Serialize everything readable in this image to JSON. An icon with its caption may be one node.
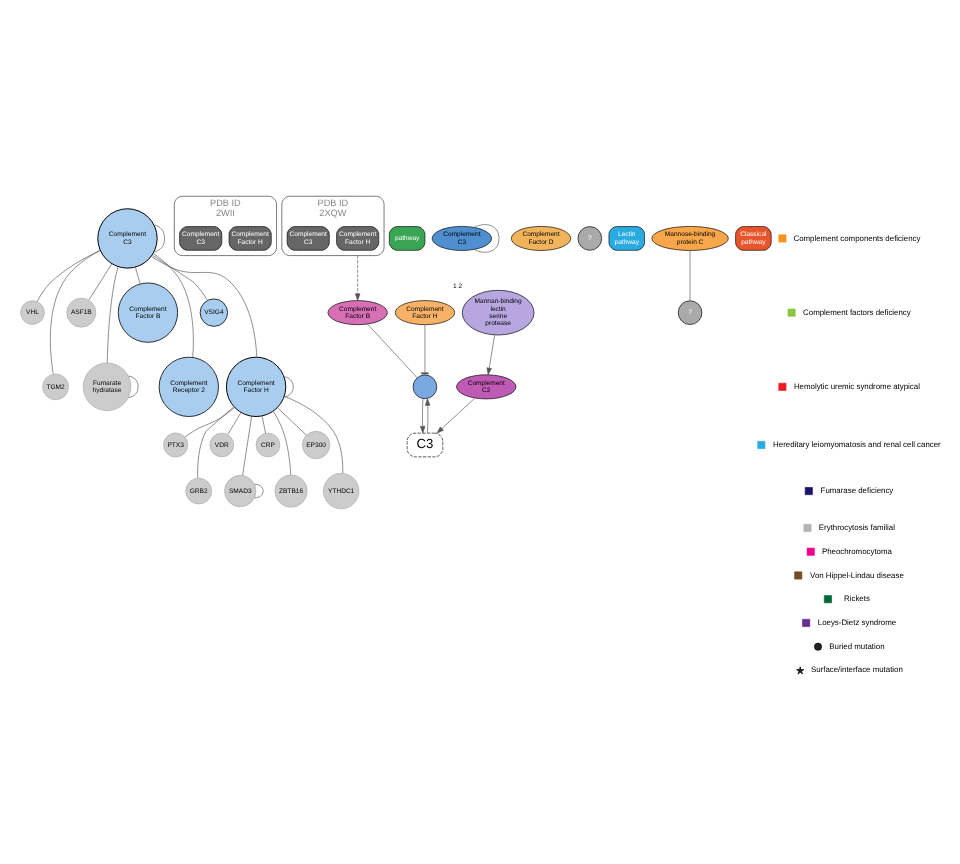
{
  "diagram": {
    "nodes": [
      {
        "text": [
          "VHL"
        ]
      },
      {
        "text": [
          "TGM2"
        ]
      },
      {
        "text": [
          "ASF1B"
        ]
      },
      {
        "text": [
          "Fumarate hydratase"
        ]
      },
      {
        "text": [
          "Complement C3"
        ]
      },
      {
        "text": [
          "Complement Factor B"
        ]
      },
      {
        "text": [
          "Complement Receptor 2"
        ]
      },
      {
        "text": [
          "VSIG4"
        ]
      },
      {
        "text": [
          "Complement Factor H"
        ]
      },
      {
        "text": [
          "PTX3"
        ]
      },
      {
        "text": [
          "GRB2"
        ]
      },
      {
        "text": [
          "VDR"
        ]
      },
      {
        "text": [
          "SMAD3"
        ]
      },
      {
        "text": [
          "CRP"
        ]
      },
      {
        "text": [
          "ZBTB16"
        ]
      },
      {
        "text": [
          "EP300"
        ]
      },
      {
        "text": [
          "YTHDC1"
        ]
      },
      {
        "text": [
          "PDB ID",
          "2WII"
        ]
      },
      {
        "text": [
          "Complement Factor H"
        ],
        "in": 17
      },
      {
        "text": [
          "Complement C3"
        ],
        "in": 17
      },
      {
        "text": [
          "PDB ID",
          "2XQW"
        ]
      },
      {
        "text": [
          "Complement Factor H"
        ],
        "in": 20
      },
      {
        "text": [
          "Complement C3"
        ],
        "in": 20
      },
      {
        "text": [
          "pathway"
        ]
      },
      {
        "text": [
          "Complement Factor H"
        ]
      },
      {
        "text": [],
        "shape": "circle"
      },
      {
        "text": [
          "Complement Factor B"
        ]
      },
      {
        "text": [
          "Complement C3"
        ]
      },
      {
        "text": [
          "Complement Factor D"
        ]
      },
      {
        "text": [
          "C3"
        ]
      },
      {
        "text": [
          "?"
        ]
      },
      {
        "text": [
          "Lectin pathway"
        ]
      },
      {
        "text": [
          "Mannose-binding protein C"
        ]
      },
      {
        "text": [
          "?"
        ]
      },
      {
        "text": [
          "Mannan-binding lectin serine protease"
        ],
        "beside": [
          "1",
          "2"
        ]
      },
      {
        "text": [
          "Complement C2"
        ]
      },
      {
        "text": [
          "Classical pathway"
        ]
      }
    ],
    "edges": [
      {
        "from": 4,
        "to": 0,
        "arrow": "none"
      },
      {
        "from": 4,
        "to": 1,
        "arrow": "none"
      },
      {
        "from": 4,
        "to": 2,
        "arrow": "none"
      },
      {
        "from": 4,
        "to": 3,
        "arrow": "none"
      },
      {
        "from": 3,
        "to": 3,
        "arrow": "none"
      },
      {
        "from": 4,
        "to": 4,
        "arrow": "none"
      },
      {
        "from": 4,
        "to": 5,
        "arrow": "none"
      },
      {
        "from": 4,
        "to": 6,
        "arrow": "none"
      },
      {
        "from": 4,
        "to": 7,
        "arrow": "none"
      },
      {
        "from": 4,
        "to": 8,
        "arrow": "none"
      },
      {
        "from": 8,
        "to": 8,
        "arrow": "none"
      },
      {
        "from": 8,
        "to": 9,
        "arrow": "none"
      },
      {
        "from": 8,
        "to": 10,
        "arrow": "none"
      },
      {
        "from": 8,
        "to": 11,
        "arrow": "none"
      },
      {
        "from": 8,
        "to": 12,
        "arrow": "none"
      },
      {
        "from": 12,
        "to": 12,
        "arrow": "none"
      },
      {
        "from": 8,
        "to": 13,
        "arrow": "none"
      },
      {
        "from": 8,
        "to": 14,
        "arrow": "none"
      },
      {
        "from": 8,
        "to": 15,
        "arrow": "none"
      },
      {
        "from": 8,
        "to": 16,
        "arrow": "none"
      },
      {
        "from": 20,
        "to": 26,
        "arrow": "to",
        "style": "dashed"
      },
      {
        "from": 24,
        "to": 25,
        "arrow": "other"
      },
      {
        "from": 26,
        "to": 25,
        "arrow": "none"
      },
      {
        "from": 27,
        "to": 27,
        "arrow": "none"
      },
      {
        "from": 25,
        "to": 29,
        "arrow": "to"
      },
      {
        "from": 29,
        "to": 25,
        "arrow": "to"
      },
      {
        "from": 32,
        "to": 33,
        "arrow": "none"
      },
      {
        "from": 34,
        "to": 35,
        "arrow": "to"
      },
      {
        "from": 35,
        "to": 29,
        "arrow": "to"
      }
    ],
    "legend": [
      {
        "text": "Complement components deficiency",
        "color": "#f7941d"
      },
      {
        "text": "Complement factors deficiency",
        "color": "#8dc63f"
      },
      {
        "text": "Hemolytic uremic syndrome atypical",
        "color": "#ed1c24"
      },
      {
        "text": "Hereditary leiomyomatosis and renal cell cancer",
        "color": "#29abe2"
      },
      {
        "text": "Fumarase deficiency",
        "color": "#1b1464"
      },
      {
        "text": "Erythrocytosis familial",
        "color": "#b3b3b3"
      },
      {
        "text": "Pheochromocytoma",
        "color": "#ec008c"
      },
      {
        "text": "Von Hippel-Lindau disease",
        "color": "#754c24"
      },
      {
        "text": "Rickets",
        "color": "#006837"
      },
      {
        "text": "Loeys-Dietz syndrome",
        "color": "#662d91"
      },
      {
        "text": "Buried mutation"
      },
      {
        "text": "Surface/interface mutation"
      }
    ]
  }
}
